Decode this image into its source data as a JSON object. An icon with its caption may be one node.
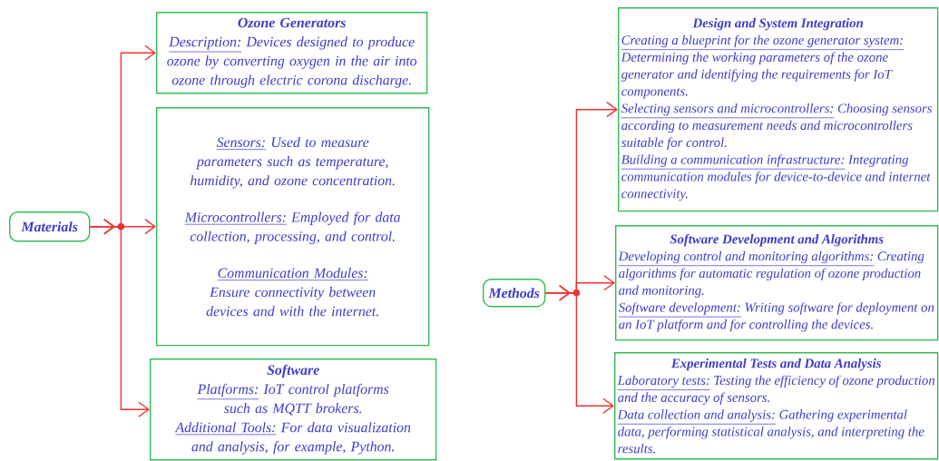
{
  "diagram": {
    "nodes": [
      {
        "text": [
          "Materials"
        ]
      },
      {
        "text": [
          "Ozone Generators",
          "Description:",
          "Devices designed to produce ozone by converting oxygen in the air into ozone through electric corona discharge."
        ]
      },
      {
        "text": [
          "Sensors:",
          "Used to measure parameters such as temperature, humidity, and ozone concentration.",
          "Microcontrollers:",
          "Employed for data collection, processing, and control.",
          "Communication Modules:",
          "Ensure connectivity between devices and with the internet."
        ]
      },
      {
        "text": [
          "Software",
          "Platforms:",
          "IoT control platforms such as MQTT brokers.",
          "Additional Tools:",
          "For data visualization and analysis, for example, Python."
        ]
      },
      {
        "text": [
          "Methods"
        ]
      },
      {
        "text": [
          "Design and System Integration",
          "Creating a blueprint for the ozone generator system:",
          "Determining the working parameters of the ozone generator and identifying the requirements for IoT components.",
          "Selecting sensors and microcontrollers:",
          "Choosing sensors according to measurement needs and microcontrollers suitable for control.",
          "Building a communication infrastructure:",
          "Integrating communication modules for device-to-device and internet connectivity."
        ]
      },
      {
        "text": [
          "Software Development and Algorithms",
          "Developing control and monitoring algorithms:",
          "Creating algorithms for automatic regulation of ozone production and monitoring.",
          "Software development:",
          "Writing software for deployment on an IoT platform and for controlling the devices."
        ]
      },
      {
        "text": [
          "Experimental Tests and Data Analysis",
          "Laboratory tests:",
          "Testing the efficiency of ozone production and the accuracy of sensors.",
          "Data collection and analysis:",
          "Gathering experimental data, performing statistical analysis, and interpreting the results."
        ]
      }
    ],
    "edges": [
      {
        "from": 0,
        "to": 1,
        "arrow": "to"
      },
      {
        "from": 0,
        "to": 2,
        "arrow": "to"
      },
      {
        "from": 0,
        "to": 3,
        "arrow": "to"
      },
      {
        "from": 4,
        "to": 5,
        "arrow": "to"
      },
      {
        "from": 4,
        "to": 6,
        "arrow": "to"
      },
      {
        "from": 4,
        "to": 7,
        "arrow": "to"
      }
    ]
  }
}
